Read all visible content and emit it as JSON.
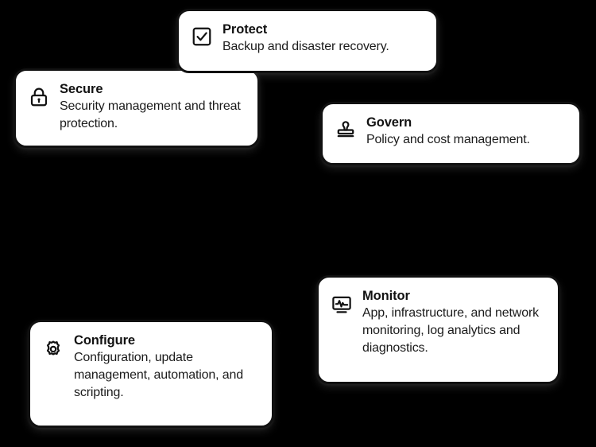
{
  "theme": {
    "background": "#000000",
    "card_background": "#ffffff",
    "card_border": "#111111",
    "title_color": "#121212",
    "text_color": "#1b1b1b"
  },
  "cards": [
    {
      "id": "protect",
      "icon": "checkbox-check-icon",
      "title": "Protect",
      "description": "Backup and disaster recovery."
    },
    {
      "id": "secure",
      "icon": "lock-icon",
      "title": "Secure",
      "description": "Security management and threat protection."
    },
    {
      "id": "govern",
      "icon": "stamp-icon",
      "title": "Govern",
      "description": "Policy and cost management."
    },
    {
      "id": "monitor",
      "icon": "monitor-pulse-icon",
      "title": "Monitor",
      "description": "App, infrastructure, and network monitoring, log analytics and diagnostics."
    },
    {
      "id": "configure",
      "icon": "gear-icon",
      "title": "Configure",
      "description": "Configuration, update management, automation, and scripting."
    }
  ]
}
